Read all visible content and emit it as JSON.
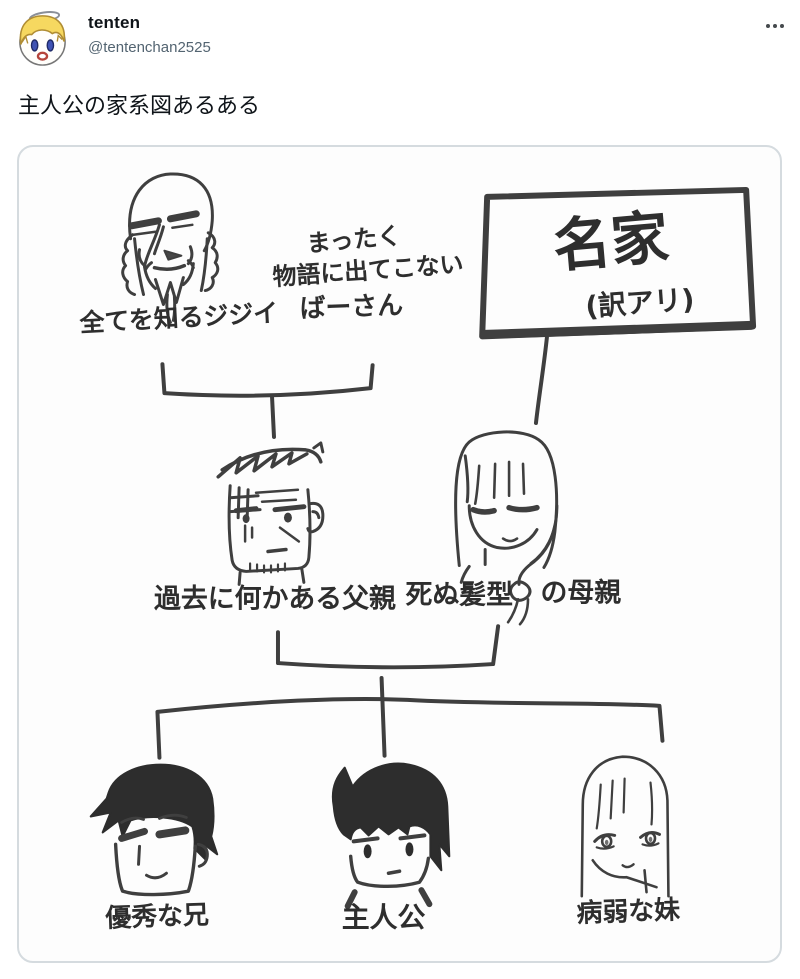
{
  "header": {
    "display_name": "tenten",
    "handle": "@tentenchan2525",
    "more_icon": "more-horizontal"
  },
  "post": {
    "text": "主人公の家系図あるある"
  },
  "diagram": {
    "grandfather_label": "全てを知るジジイ",
    "grandmother_note": [
      "まったく",
      "物語に出てこない"
    ],
    "grandmother_label": "ばーさん",
    "family_box": {
      "title": "名家",
      "subtitle": "(訳アリ)"
    },
    "father_label": "過去に何かある父親",
    "mother_label_pre": "死ぬ髪型",
    "mother_label_post": "の母親",
    "children": {
      "brother": "優秀な兄",
      "protagonist": "主人公",
      "sister": "病弱な妹"
    }
  },
  "colors": {
    "text_primary": "#0f1419",
    "text_secondary": "#536471",
    "card_border": "#d5dbdf",
    "sketch_ink": "#3f3f3f",
    "avatar_hair": "#f6d860",
    "avatar_eyes": "#4053b4"
  }
}
